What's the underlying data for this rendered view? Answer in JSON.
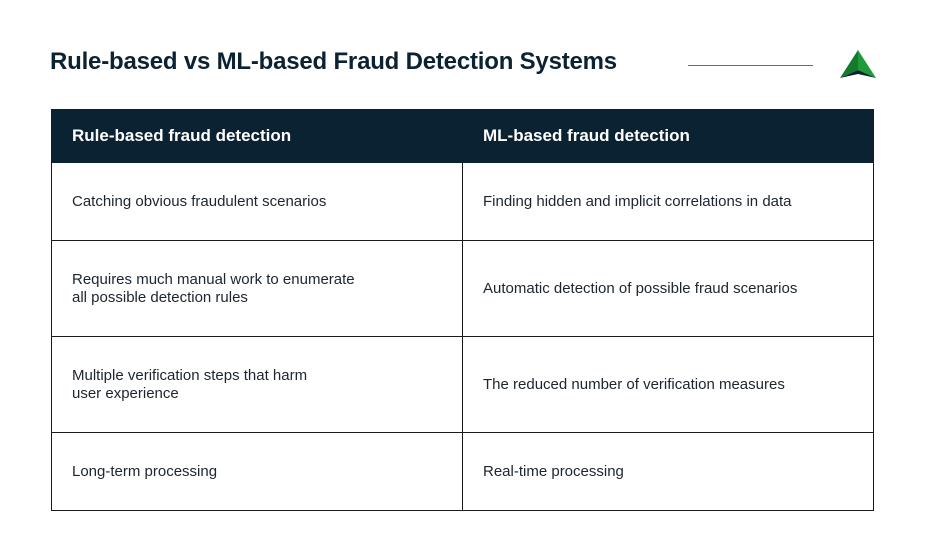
{
  "title": "Rule-based vs ML-based Fraud Detection Systems",
  "accent_color": "#1e9a3a",
  "header_color": "#0b2233",
  "logo": {
    "icon": "triangle-logo-icon",
    "colors": [
      "#1e9a3a",
      "#0b2233"
    ]
  },
  "table": {
    "headers": [
      "Rule-based fraud detection",
      "ML-based fraud detection"
    ],
    "rows": [
      [
        "Catching obvious fraudulent scenarios",
        "Finding hidden and implicit correlations in data"
      ],
      [
        "Requires much manual work to enumerate\nall possible detection rules",
        "Automatic detection of possible fraud scenarios"
      ],
      [
        "Multiple verification steps that harm\nuser experience",
        "The reduced number of verification measures"
      ],
      [
        "Long-term processing",
        "Real-time processing"
      ]
    ]
  }
}
